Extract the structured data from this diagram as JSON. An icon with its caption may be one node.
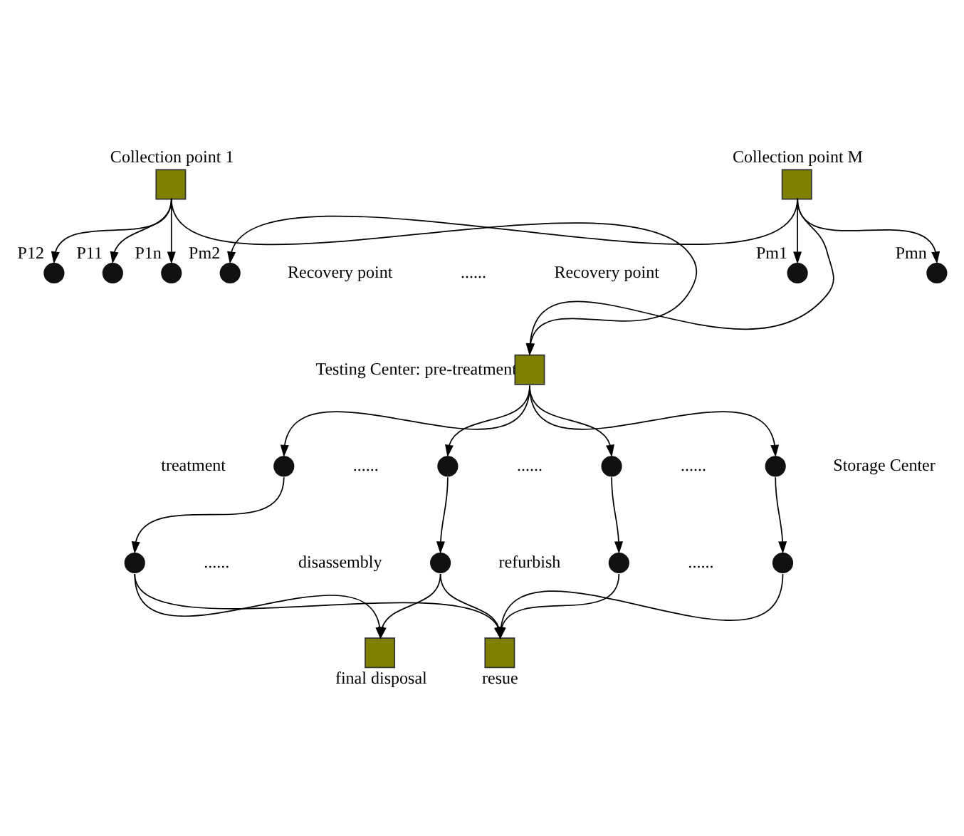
{
  "diagram": {
    "nodes": [
      {
        "text": [
          "Collection point 1"
        ]
      },
      {
        "text": [
          "P11"
        ]
      },
      {
        "text": [
          "P12"
        ]
      },
      {
        "text": [
          "P1n"
        ]
      },
      {
        "text": [
          "Collection point M"
        ]
      },
      {
        "text": [
          "Pm1"
        ]
      },
      {
        "text": [
          "Pm2"
        ]
      },
      {
        "text": [
          "Pmn"
        ]
      },
      {
        "text": [
          "Testing Center: pre-treatment"
        ]
      },
      {
        "text": [],
        "shape": "circle"
      },
      {
        "text": [],
        "shape": "circle"
      },
      {
        "text": [],
        "shape": "circle"
      },
      {
        "text": [],
        "shape": "circle"
      },
      {
        "text": [],
        "shape": "circle"
      },
      {
        "text": [],
        "shape": "circle"
      },
      {
        "text": [],
        "shape": "circle"
      },
      {
        "text": [],
        "shape": "circle"
      },
      {
        "text": [
          "final disposal"
        ]
      },
      {
        "text": [
          "resue"
        ]
      }
    ],
    "edges": [
      {
        "from": 0,
        "to": 1,
        "arrow": "to"
      },
      {
        "from": 0,
        "to": 2,
        "arrow": "to"
      },
      {
        "from": 0,
        "to": 3,
        "arrow": "to"
      },
      {
        "from": 4,
        "to": 5,
        "arrow": "to"
      },
      {
        "from": 4,
        "to": 6,
        "arrow": "to"
      },
      {
        "from": 4,
        "to": 7,
        "arrow": "to"
      },
      {
        "from": 0,
        "to": 8,
        "arrow": "to"
      },
      {
        "from": 4,
        "to": 8,
        "arrow": "to"
      },
      {
        "from": 8,
        "to": 9,
        "arrow": "to"
      },
      {
        "from": 8,
        "to": 10,
        "arrow": "to"
      },
      {
        "from": 8,
        "to": 11,
        "arrow": "to"
      },
      {
        "from": 8,
        "to": 12,
        "arrow": "to"
      },
      {
        "from": 9,
        "to": 13,
        "arrow": "to"
      },
      {
        "from": 10,
        "to": 14,
        "arrow": "to"
      },
      {
        "from": 11,
        "to": 15,
        "arrow": "to"
      },
      {
        "from": 12,
        "to": 16,
        "arrow": "to"
      },
      {
        "from": 13,
        "to": 17,
        "arrow": "to"
      },
      {
        "from": 14,
        "to": 17,
        "arrow": "to"
      },
      {
        "from": 13,
        "to": 18,
        "arrow": "to"
      },
      {
        "from": 14,
        "to": 18,
        "arrow": "to"
      },
      {
        "from": 15,
        "to": 18,
        "arrow": "to"
      },
      {
        "from": 16,
        "to": 18,
        "arrow": "to"
      }
    ],
    "labels": [
      "Recovery point",
      "......",
      "Recovery point",
      "Storage Center",
      "......",
      "......",
      "......",
      "treatment",
      "disassembly",
      "refurbish",
      "......",
      "......"
    ]
  }
}
